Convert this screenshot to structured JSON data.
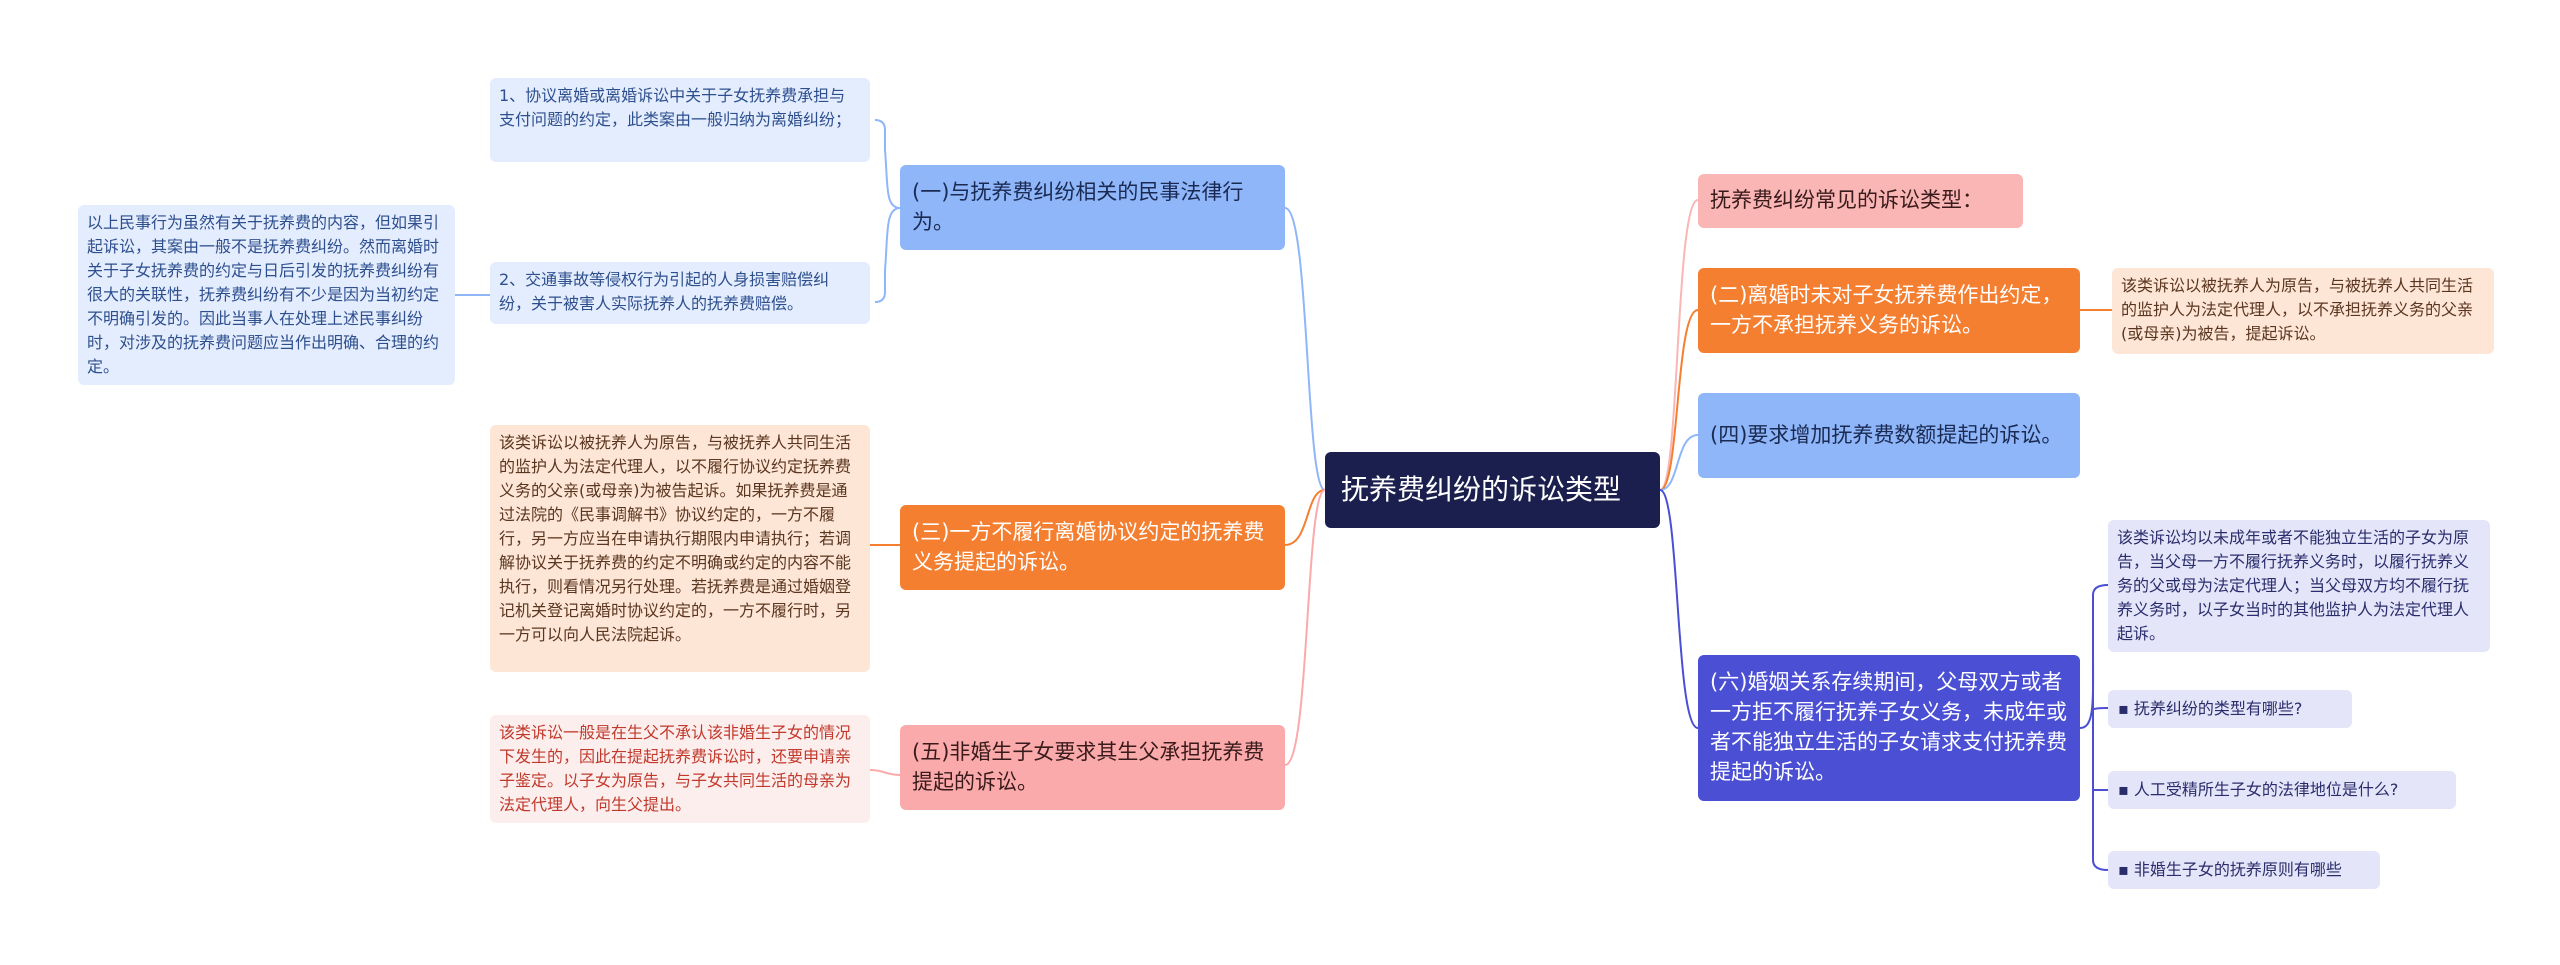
{
  "center": {
    "title": "抚养费纠纷的诉讼类型"
  },
  "left": {
    "branch1": {
      "label": "(一)与抚养费纠纷相关的民事法律行为。",
      "leaf1": "1、协议离婚或离婚诉讼中关于子女抚养费承担与支付问题的约定，此类案由一般归纳为离婚纠纷；",
      "leaf2": "2、交通事故等侵权行为引起的人身损害赔偿纠纷，关于被害人实际抚养人的抚养费赔偿。",
      "leaf2_note": "以上民事行为虽然有关于抚养费的内容，但如果引起诉讼，其案由一般不是抚养费纠纷。然而离婚时关于子女抚养费的约定与日后引发的抚养费纠纷有很大的关联性，抚养费纠纷有不少是因为当初约定不明确引发的。因此当事人在处理上述民事纠纷时，对涉及的抚养费问题应当作出明确、合理的约定。"
    },
    "branch3": {
      "label": "(三)一方不履行离婚协议约定的抚养费义务提起的诉讼。",
      "leaf": "该类诉讼以被抚养人为原告，与被抚养人共同生活的监护人为法定代理人，以不履行协议约定抚养费义务的父亲(或母亲)为被告起诉。如果抚养费是通过法院的《民事调解书》协议约定的，一方不履行，另一方应当在申请执行期限内申请执行；若调解协议关于抚养费的约定不明确或约定的内容不能执行，则看情况另行处理。若抚养费是通过婚姻登记机关登记离婚时协议约定的，一方不履行时，另一方可以向人民法院起诉。"
    },
    "branch5": {
      "label": "(五)非婚生子女要求其生父承担抚养费提起的诉讼。",
      "leaf": "该类诉讼一般是在生父不承认该非婚生子女的情况下发生的，因此在提起抚养费诉讼时，还要申请亲子鉴定。以子女为原告，与子女共同生活的母亲为法定代理人，向生父提出。"
    }
  },
  "right": {
    "topic": {
      "label": "抚养费纠纷常见的诉讼类型："
    },
    "branch2": {
      "label": "(二)离婚时未对子女抚养费作出约定，一方不承担抚养义务的诉讼。",
      "leaf": "该类诉讼以被抚养人为原告，与被抚养人共同生活的监护人为法定代理人，以不承担抚养义务的父亲(或母亲)为被告，提起诉讼。"
    },
    "branch4": {
      "label": "(四)要求增加抚养费数额提起的诉讼。"
    },
    "branch6": {
      "label": "(六)婚姻关系存续期间，父母双方或者一方拒不履行抚养子女义务，未成年或者不能独立生活的子女请求支付抚养费提起的诉讼。",
      "leaf": "该类诉讼均以未成年或者不能独立生活的子女为原告，当父母一方不履行抚养义务时，以履行抚养义务的父或母为法定代理人；当父母双方均不履行抚养义务时，以子女当时的其他监护人为法定代理人起诉。",
      "related": [
        "▪ 抚养纠纷的类型有哪些?",
        "▪ 人工受精所生子女的法律地位是什么?",
        "▪ 非婚生子女的抚养原则有哪些"
      ]
    }
  },
  "colors": {
    "center": "#1b1f4e",
    "blue": "#8fb6f9",
    "orange": "#f57f30",
    "pink": "#fbaaab",
    "indigo": "#4a4fd3"
  }
}
